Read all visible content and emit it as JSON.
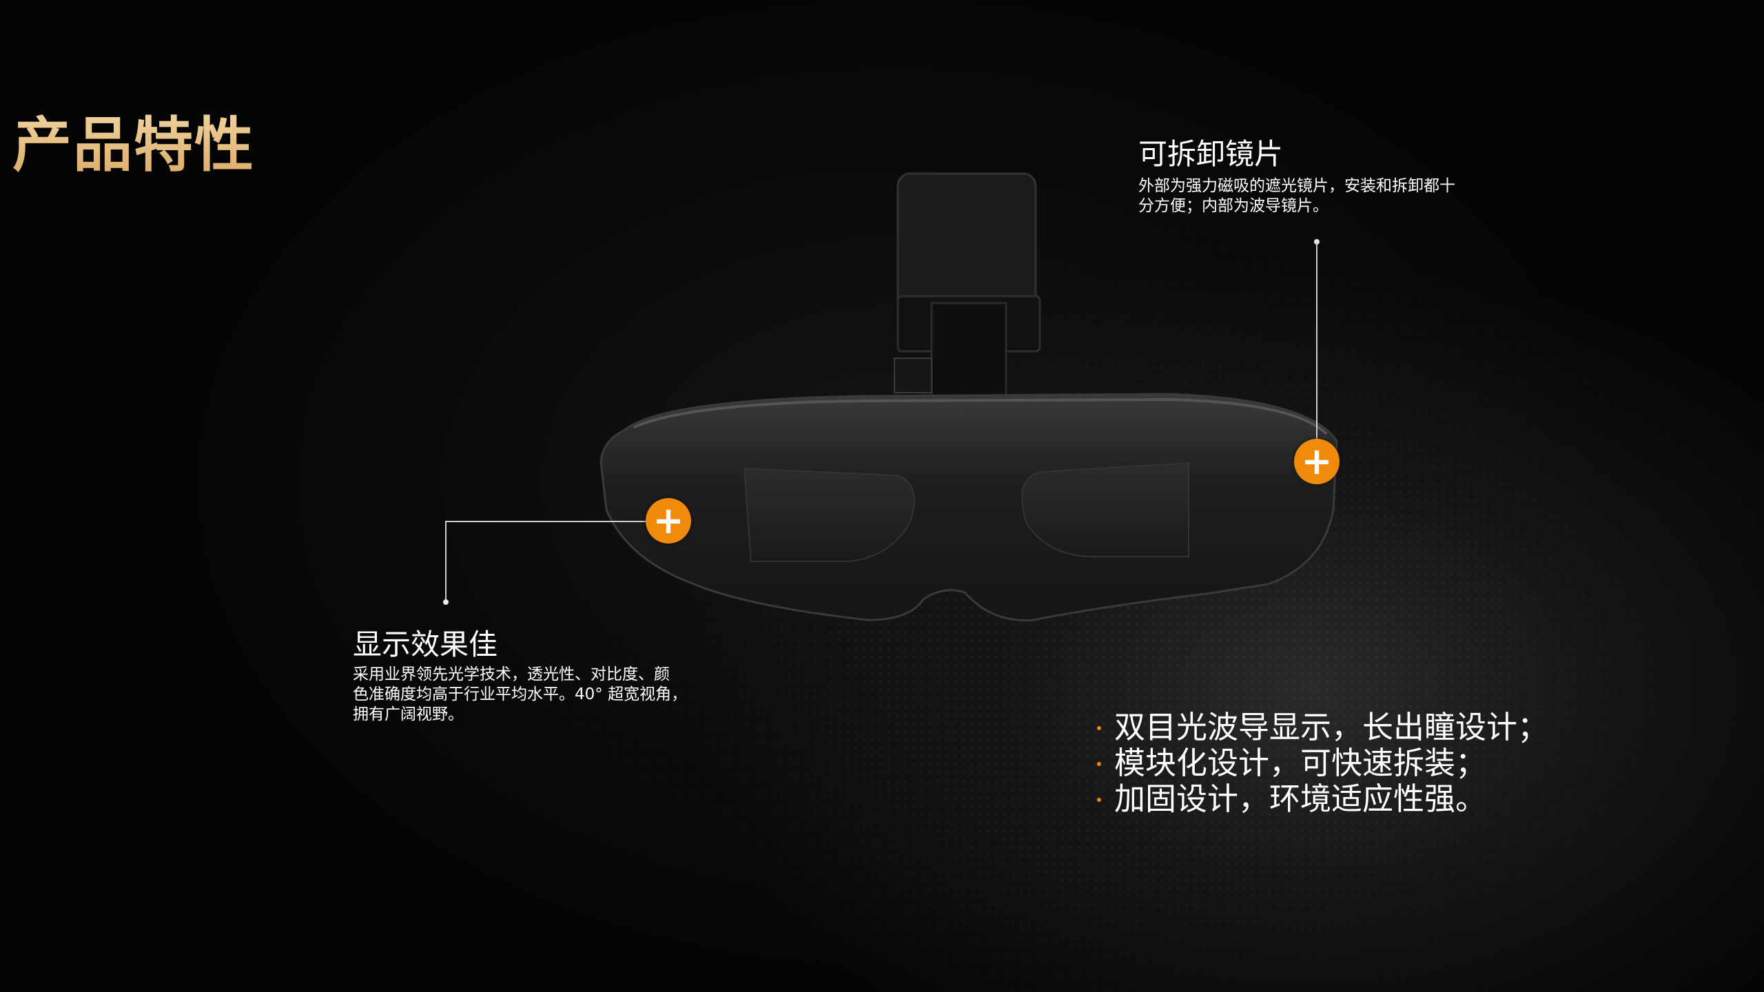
{
  "title": "产品特性",
  "callouts": {
    "lens": {
      "title": "可拆卸镜片",
      "desc_lines": [
        "外部为强力磁吸的遮光镜片，安装和拆卸都十",
        "分方便；内部为波导镜片。"
      ]
    },
    "display": {
      "title": "显示效果佳",
      "desc_lines": [
        "采用业界领先光学技术，透光性、对比度、颜",
        "色准确度均高于行业平均水平。40° 超宽视角，",
        "拥有广阔视野。"
      ]
    }
  },
  "bullets": [
    "双目光波导显示，长出瞳设计；",
    "模块化设计，可快速拆装；",
    "加固设计，环境适应性强。"
  ],
  "colors": {
    "accent": "#ef8a0a",
    "title_gold": "#e9c48a",
    "background": "#050505"
  },
  "icons": {
    "hotspot": "plus-icon"
  }
}
